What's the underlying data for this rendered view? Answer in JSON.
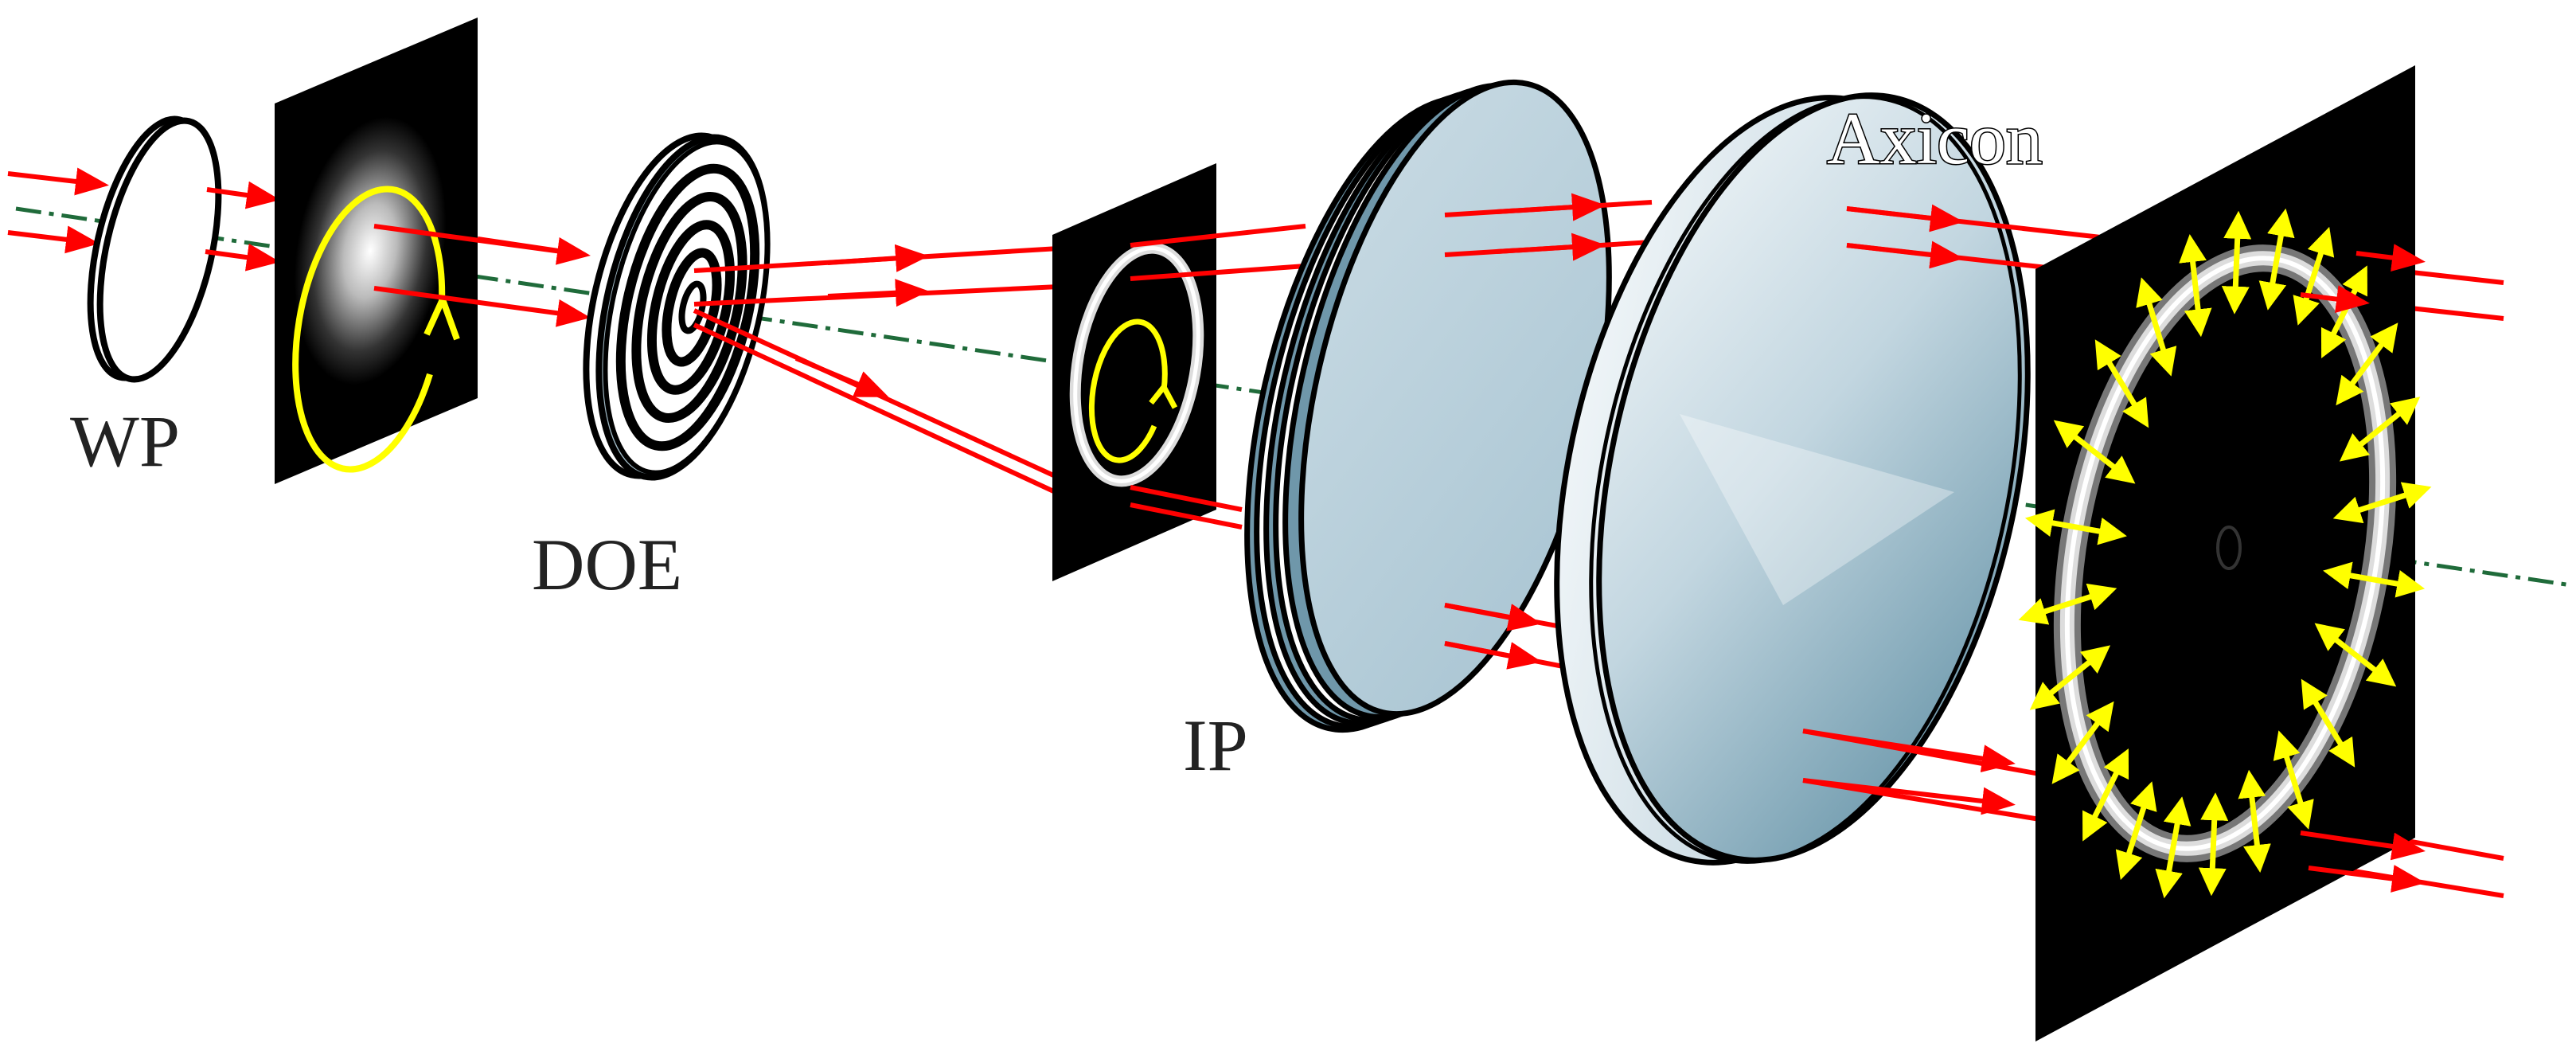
{
  "labels": {
    "wp": "WP",
    "doe": "DOE",
    "ip": "IP",
    "axicon": "Axicon"
  },
  "colors": {
    "beam": "#ff0000",
    "axis": "#1f6b3a",
    "polarization": "#ffff00",
    "screen": "#000000",
    "glass_light": "#e9f1f5",
    "glass_mid": "#b9d0dc",
    "glass_dark": "#5e8ea3"
  }
}
